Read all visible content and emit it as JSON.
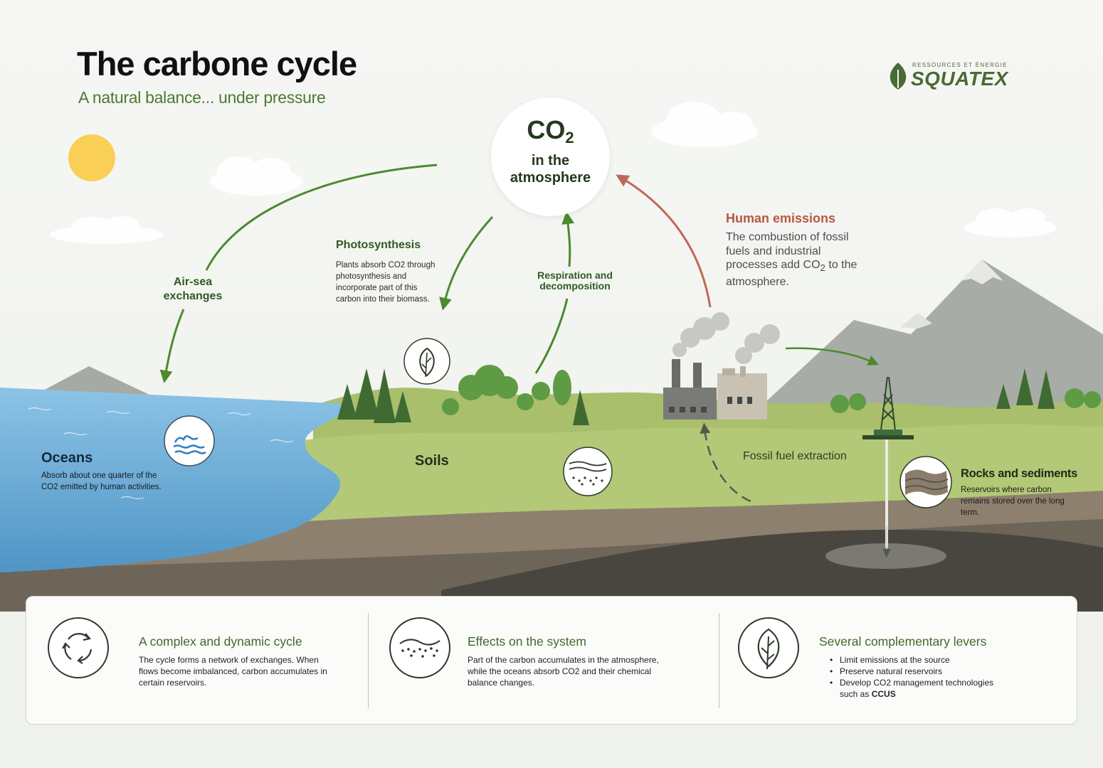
{
  "header": {
    "title": "The carbone cycle",
    "subtitle": "A natural balance... under pressure"
  },
  "logo": {
    "tagline": "RESSOURCES ET ÉNERGIE",
    "name": "SQUATEX",
    "color": "#4a6a34"
  },
  "atmosphere": {
    "label": "CO",
    "subscript": "2",
    "line1": "in the",
    "line2": "atmosphere"
  },
  "flows": {
    "air_sea": "Air-sea exchanges",
    "photosynthesis_title": "Photosynthesis",
    "photosynthesis_desc": "Plants absorb CO2 through photosynthesis and incorporate part of this carbon into their biomass.",
    "respiration": "Respiration and decomposition",
    "human_title": "Human emissions",
    "human_desc_main": "The combustion of fossil fuels and industrial processes add CO",
    "human_desc_sub": "2",
    "human_desc_end": " to the atmosphere.",
    "fossil": "Fossil fuel extraction"
  },
  "reservoirs": {
    "oceans_title": "Oceans",
    "oceans_desc": "Absorb about one quarter of the CO2 emitted by human activities.",
    "soils": "Soils",
    "rocks_title": "Rocks and sediments",
    "rocks_desc": "Reservoirs where carbon remains stored over the long term."
  },
  "panel": {
    "col1_title": "A complex and dynamic cycle",
    "col1_desc": "The cycle forms a network of exchanges. When flows become imbalanced, carbon accumulates in certain reservoirs.",
    "col2_title": "Effects on the system",
    "col2_desc": "Part of the carbon accumulates in the atmosphere, while the oceans absorb CO2 and their chemical balance changes.",
    "col3_title": "Several complementary levers",
    "col3_items": [
      "Limit emissions at the source",
      "Preserve natural reservoirs",
      "Develop CO2 management technologies"
    ],
    "col3_item3_suffix": "such as ",
    "col3_ccus": "CCUS"
  },
  "colors": {
    "green_arrow": "#4c8a2e",
    "human_arrow": "#c0675a",
    "ocean": "#6aaed8",
    "grass": "#a9c06a",
    "soil": "#8c7d6a",
    "icon_ring": "#2e3a2a"
  },
  "icons": [
    "recycle-icon",
    "sediment-layers-icon",
    "leaf-icon",
    "wave-icon",
    "soil-icon",
    "rock-layers-icon"
  ]
}
